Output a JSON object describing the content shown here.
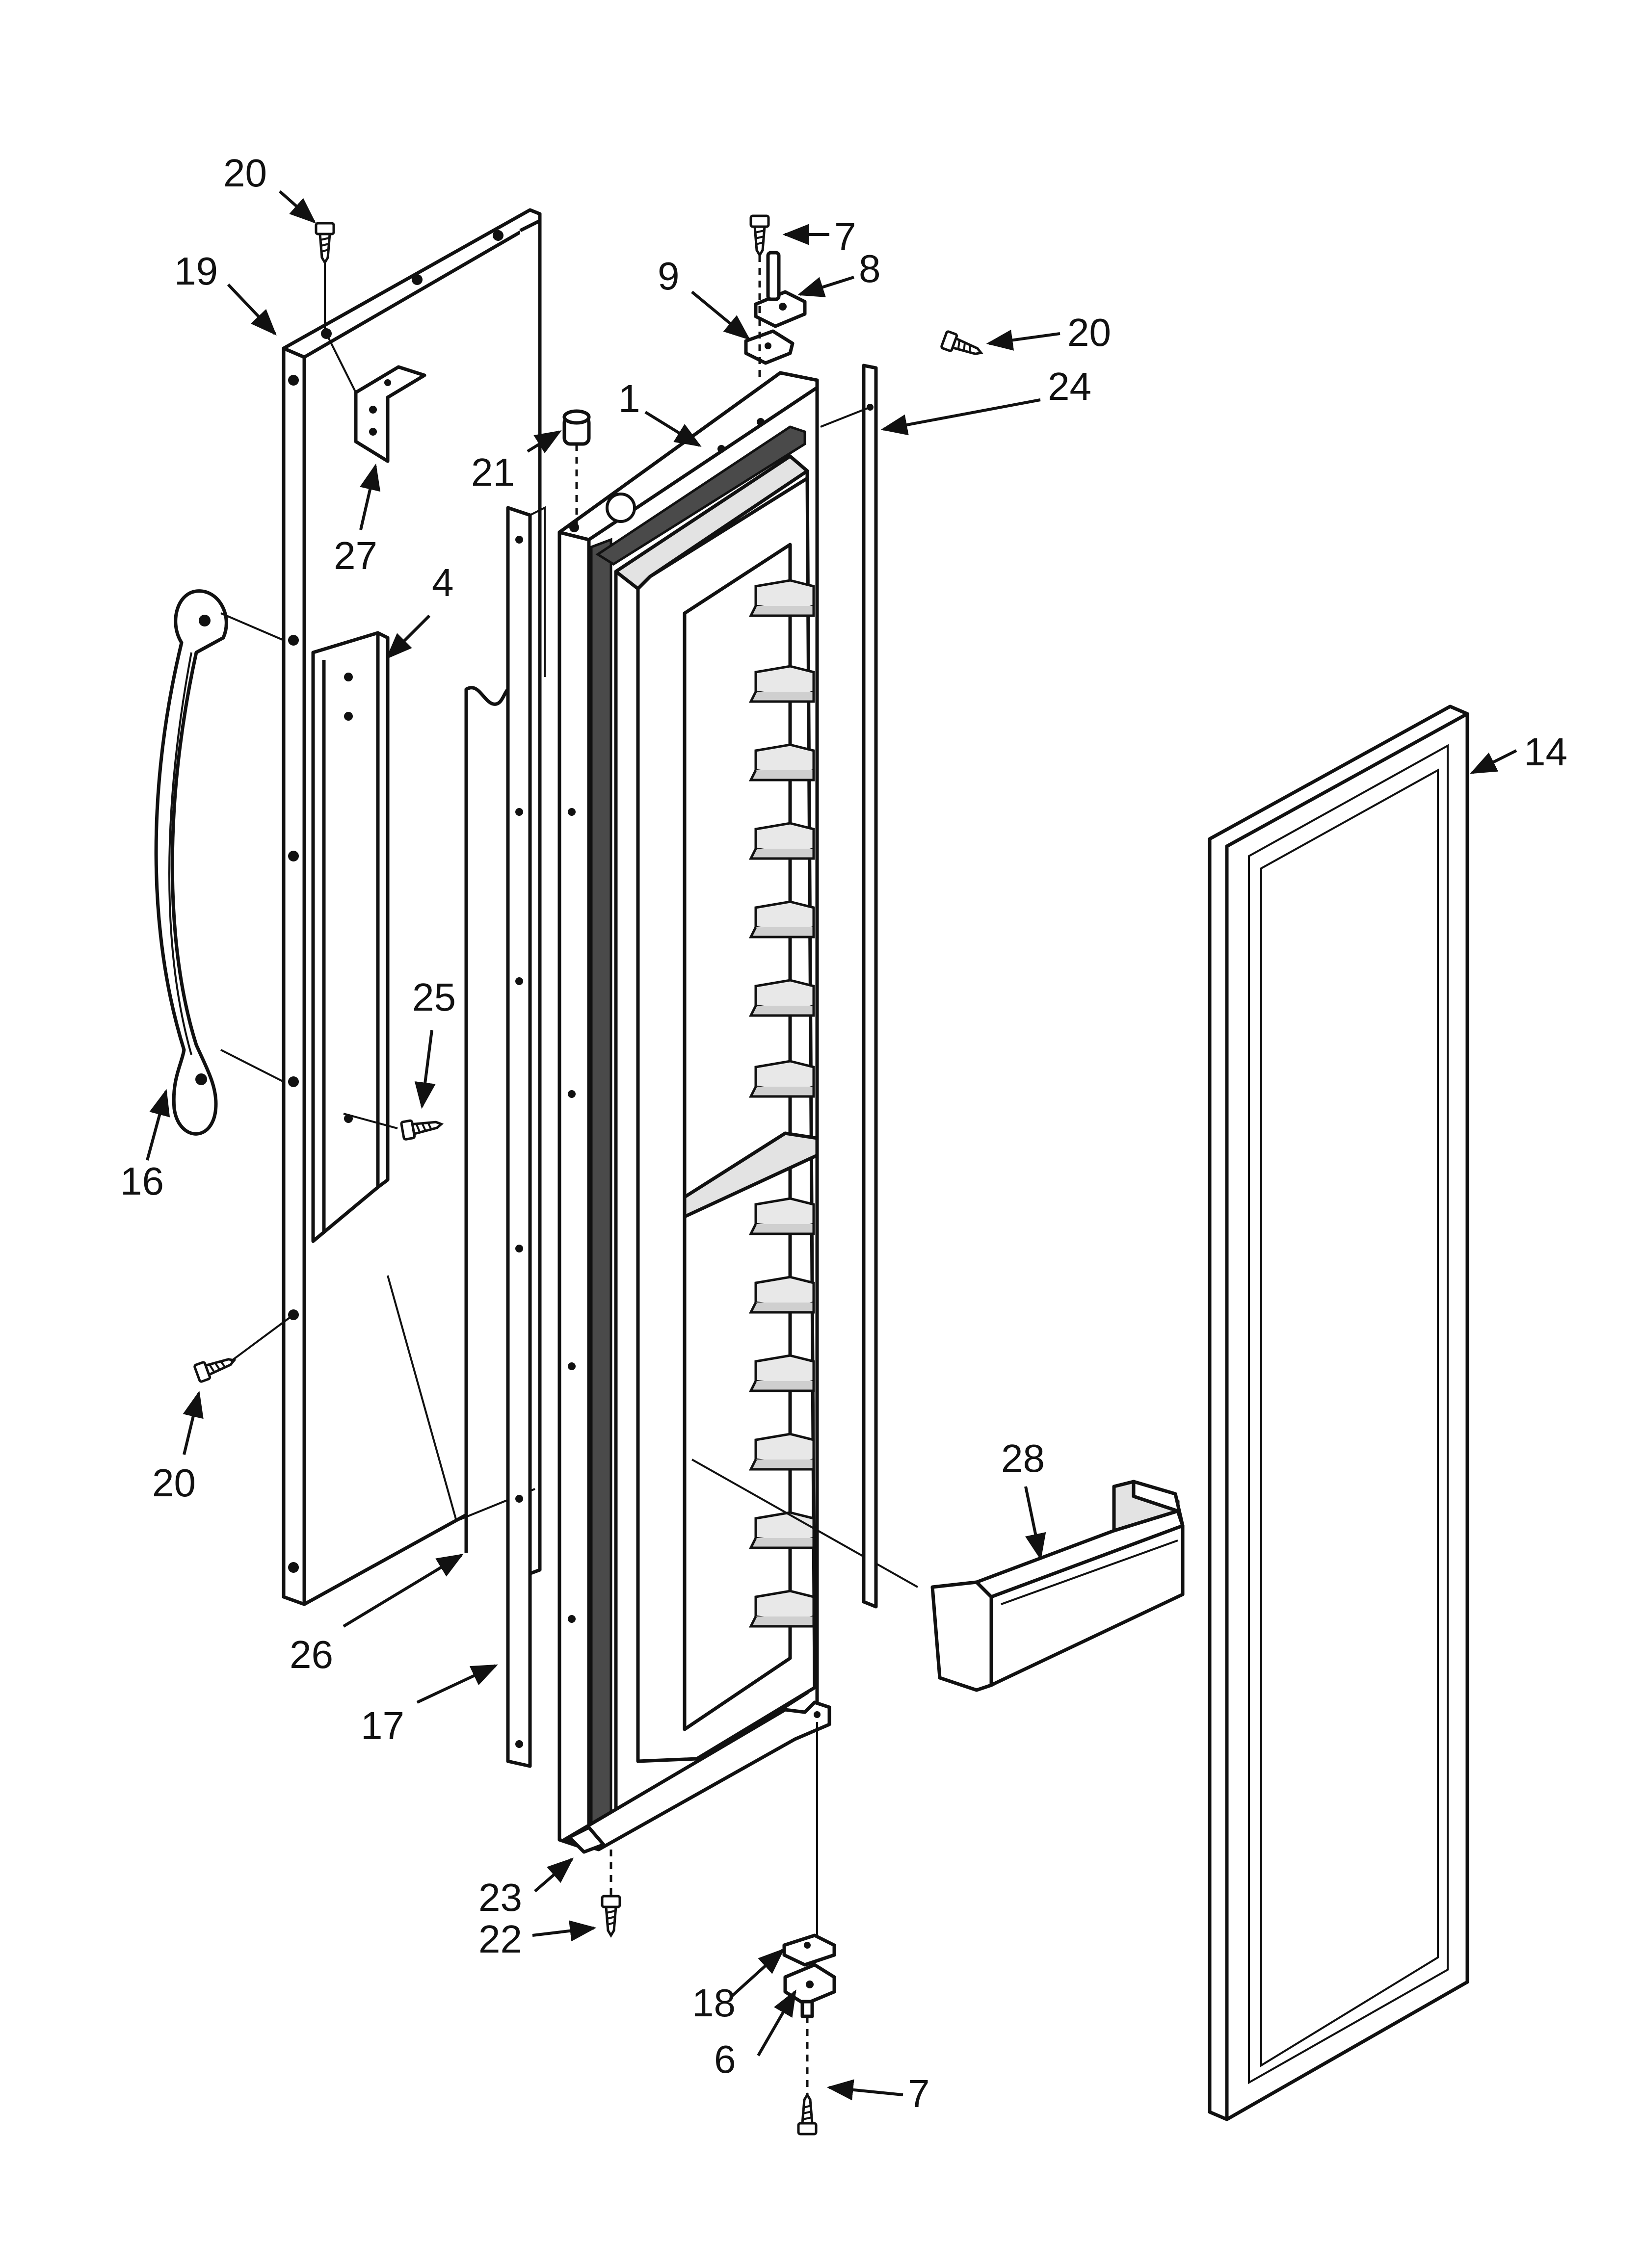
{
  "diagram": {
    "callouts": [
      {
        "id": "c20a",
        "label": "20"
      },
      {
        "id": "c19",
        "label": "19"
      },
      {
        "id": "c7a",
        "label": "7"
      },
      {
        "id": "c8",
        "label": "8"
      },
      {
        "id": "c9",
        "label": "9"
      },
      {
        "id": "c20b",
        "label": "20"
      },
      {
        "id": "c1",
        "label": "1"
      },
      {
        "id": "c24",
        "label": "24"
      },
      {
        "id": "c21",
        "label": "21"
      },
      {
        "id": "c27",
        "label": "27"
      },
      {
        "id": "c4",
        "label": "4"
      },
      {
        "id": "c14",
        "label": "14"
      },
      {
        "id": "c25",
        "label": "25"
      },
      {
        "id": "c16",
        "label": "16"
      },
      {
        "id": "c20c",
        "label": "20"
      },
      {
        "id": "c28",
        "label": "28"
      },
      {
        "id": "c26",
        "label": "26"
      },
      {
        "id": "c17",
        "label": "17"
      },
      {
        "id": "c23",
        "label": "23"
      },
      {
        "id": "c22",
        "label": "22"
      },
      {
        "id": "c18",
        "label": "18"
      },
      {
        "id": "c6",
        "label": "6"
      },
      {
        "id": "c7b",
        "label": "7"
      }
    ]
  }
}
